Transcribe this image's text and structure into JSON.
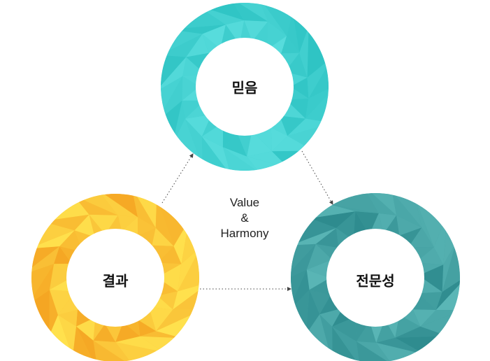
{
  "nodes": [
    {
      "id": "top",
      "label": "믿음",
      "color_light": "#57dcdc",
      "color_dark": "#2fc4c4"
    },
    {
      "id": "left",
      "label": "결과",
      "color_light": "#ffe14d",
      "color_dark": "#f5a623"
    },
    {
      "id": "right",
      "label": "전문성",
      "color_light": "#5ab6b6",
      "color_dark": "#2e8b8e"
    }
  ],
  "center": {
    "line1": "Value",
    "line2": "&",
    "line3": "Harmony"
  },
  "connector_color": "#444444"
}
